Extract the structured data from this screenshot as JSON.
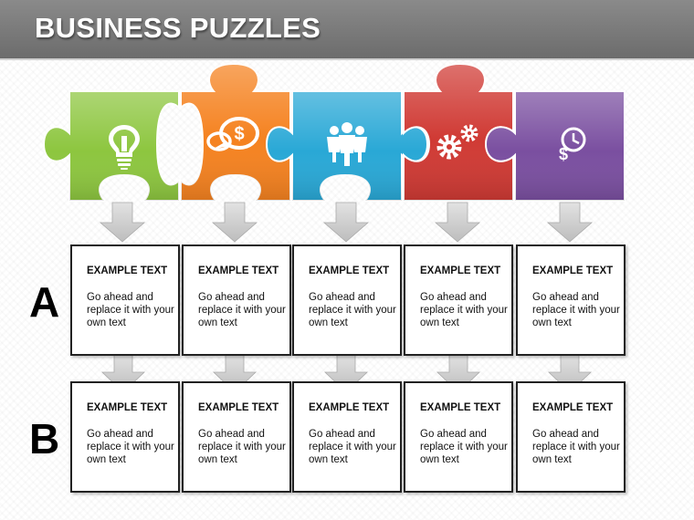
{
  "title": "BUSINESS PUZZLES",
  "colors": {
    "header": "#777777",
    "piece_1": "#8dc63f",
    "piece_2": "#f58220",
    "piece_3": "#29a8d6",
    "piece_4": "#d03a34",
    "piece_5": "#7a4fa0",
    "arrow": "#d2d2d2"
  },
  "pieces": [
    {
      "icon": "lightbulb-icon"
    },
    {
      "icon": "dollar-speech-icon"
    },
    {
      "icon": "team-people-icon"
    },
    {
      "icon": "gears-icon"
    },
    {
      "icon": "dollar-clock-icon"
    }
  ],
  "rows": [
    {
      "letter": "A",
      "boxes": [
        {
          "heading": "EXAMPLE TEXT",
          "body": "Go ahead and replace it with your own text"
        },
        {
          "heading": "EXAMPLE TEXT",
          "body": "Go ahead and replace it with your own text"
        },
        {
          "heading": "EXAMPLE TEXT",
          "body": "Go ahead and replace it with your own text"
        },
        {
          "heading": "EXAMPLE TEXT",
          "body": "Go ahead and replace it with your own text"
        },
        {
          "heading": "EXAMPLE TEXT",
          "body": "Go ahead and replace it with your own text"
        }
      ]
    },
    {
      "letter": "B",
      "boxes": [
        {
          "heading": "EXAMPLE TEXT",
          "body": "Go ahead and replace it with your own text"
        },
        {
          "heading": "EXAMPLE TEXT",
          "body": "Go ahead and replace it with your own text"
        },
        {
          "heading": "EXAMPLE TEXT",
          "body": "Go ahead and replace it with your own text"
        },
        {
          "heading": "EXAMPLE TEXT",
          "body": "Go ahead and replace it with your own text"
        },
        {
          "heading": "EXAMPLE TEXT",
          "body": "Go ahead and replace it with your own text"
        }
      ]
    }
  ]
}
